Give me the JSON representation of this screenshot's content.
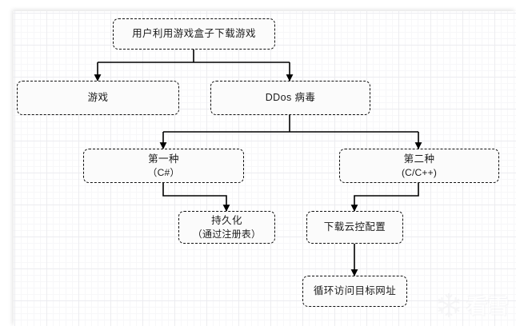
{
  "diagram": {
    "type": "flowchart",
    "title": "",
    "nodes": [
      {
        "id": "n1",
        "label": "用户利用游戏盒子下载游戏",
        "sub": ""
      },
      {
        "id": "n2",
        "label": "游戏",
        "sub": ""
      },
      {
        "id": "n3",
        "label": "DDos  病毒",
        "sub": ""
      },
      {
        "id": "n4",
        "label": "第一种",
        "sub": "（C#）"
      },
      {
        "id": "n5",
        "label": "第二种",
        "sub": "(C/C++)"
      },
      {
        "id": "n6",
        "label": "持久化",
        "sub": "（通过注册表）"
      },
      {
        "id": "n7",
        "label": "下载云控配置",
        "sub": ""
      },
      {
        "id": "n8",
        "label": "循环访问目标网址",
        "sub": ""
      }
    ],
    "edges": [
      {
        "from": "n1",
        "to": "n2"
      },
      {
        "from": "n1",
        "to": "n3"
      },
      {
        "from": "n3",
        "to": "n4"
      },
      {
        "from": "n3",
        "to": "n5"
      },
      {
        "from": "n4",
        "to": "n6"
      },
      {
        "from": "n5",
        "to": "n7"
      },
      {
        "from": "n7",
        "to": "n8"
      }
    ],
    "style": {
      "node_border": "#111111",
      "node_border_style": "dashed",
      "node_fill": "#fbfbfb",
      "edge_color": "#000000",
      "grid_major": "#ececf0",
      "grid_minor": "#f7f7f9",
      "canvas_background": "#ffffff"
    }
  },
  "watermark": {
    "icon": "snowflake-icon",
    "text": "看雪"
  }
}
